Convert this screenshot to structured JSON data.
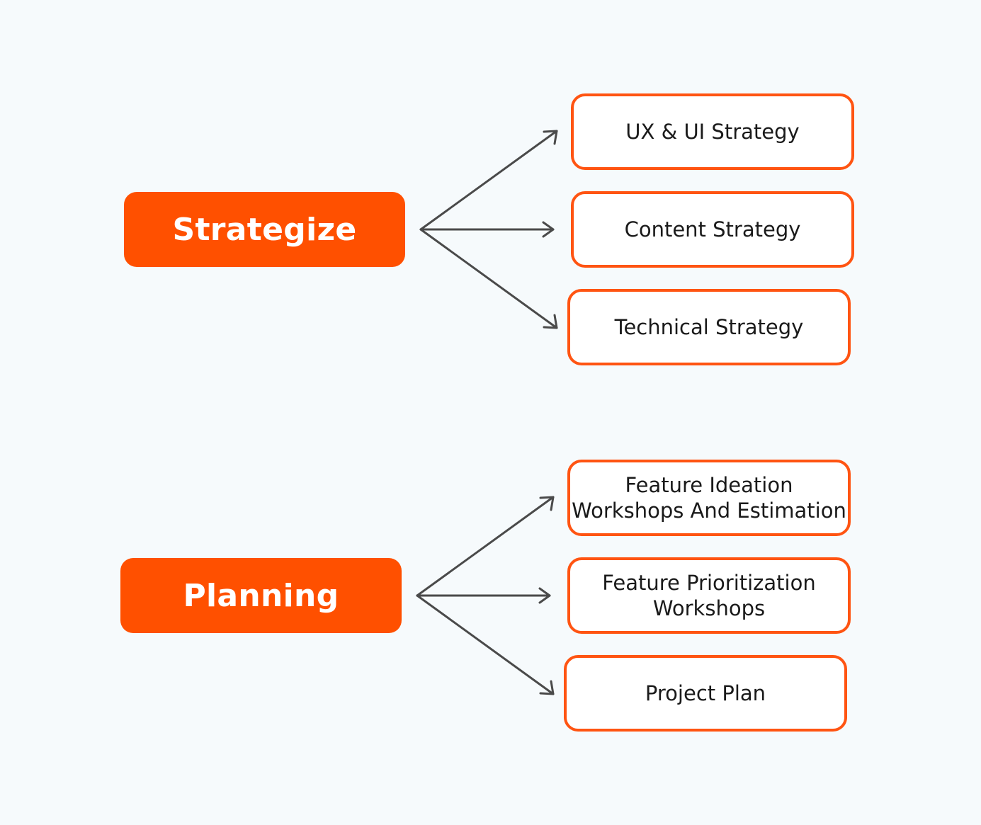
{
  "colors": {
    "background": "#F6FAFC",
    "accent": "#FF5000",
    "border": "#FF5412",
    "arrow": "#4A4A4A"
  },
  "groups": [
    {
      "main": "Strategize",
      "items": [
        "UX & UI Strategy",
        "Content Strategy",
        "Technical Strategy"
      ]
    },
    {
      "main": "Planning",
      "items": [
        "Feature Ideation\nWorkshops And Estimation",
        "Feature Prioritization\nWorkshops",
        "Project Plan"
      ]
    }
  ]
}
